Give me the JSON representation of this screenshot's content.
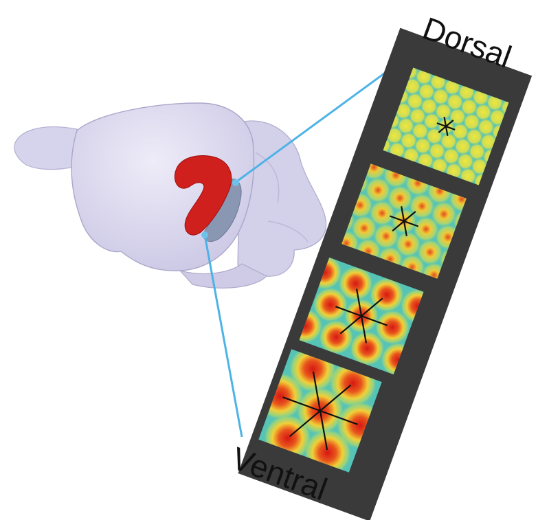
{
  "labels": {
    "dorsal": "Dorsal",
    "ventral": "Ventral"
  },
  "colors": {
    "brain_fill": "#d9d6ee",
    "brain_outline": "#a9a6c8",
    "entorhinal_red": "#d0201d",
    "entorhinal_gray": "#8a97b3",
    "projection_line": "#4db3e6",
    "frame": "#3a3a3a",
    "map_background": "#55c3b6",
    "field_yellow": "#f1e63c",
    "field_red": "#d91a14",
    "star_lines": "#111111"
  },
  "grid_panels": [
    {
      "position": "dorsal",
      "scale": "smallest"
    },
    {
      "position": "mid-dorsal",
      "scale": "small"
    },
    {
      "position": "mid-ventral",
      "scale": "large"
    },
    {
      "position": "ventral",
      "scale": "largest"
    }
  ]
}
